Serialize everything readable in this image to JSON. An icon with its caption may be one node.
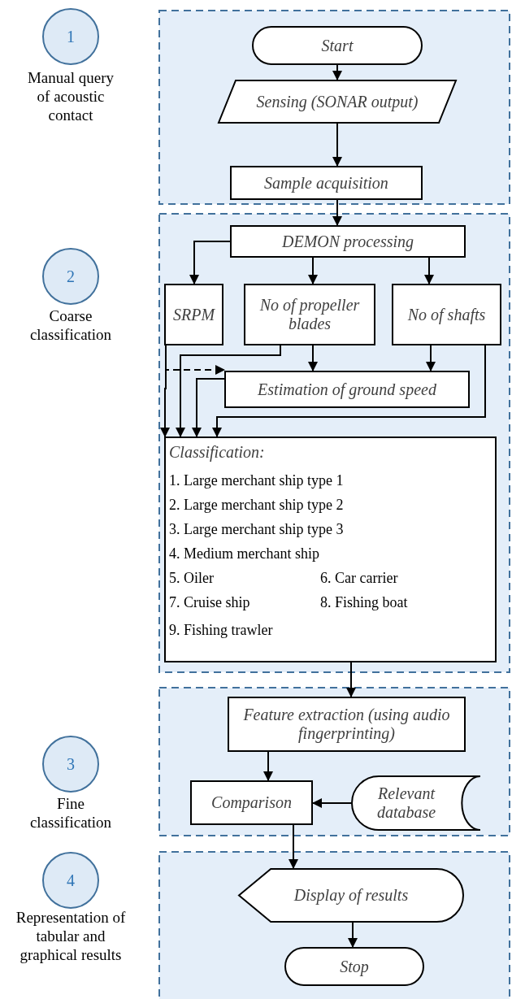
{
  "diagram": {
    "nodes": [
      {
        "text": [
          "1"
        ],
        "beside": [
          "Manual query of acoustic contact"
        ]
      },
      {
        "text": [],
        "shape": "box"
      },
      {
        "text": [
          "Start"
        ],
        "in": 1
      },
      {
        "text": [
          "Sensing (SONAR output)"
        ],
        "in": 1
      },
      {
        "text": [
          "Sample acquisition"
        ],
        "in": 1
      },
      {
        "text": [
          "2"
        ],
        "beside": [
          "Coarse classification"
        ]
      },
      {
        "text": [],
        "shape": "box"
      },
      {
        "text": [
          "DEMON processing"
        ],
        "in": 6
      },
      {
        "text": [
          "SRPM"
        ],
        "in": 6
      },
      {
        "text": [
          "No of propeller blades"
        ],
        "in": 6
      },
      {
        "text": [
          "No of shafts"
        ],
        "in": 6
      },
      {
        "text": [
          "Estimation of ground speed"
        ],
        "in": 6
      },
      {
        "text": [
          "Classification:",
          "1. Large merchant ship type 1",
          "2. Large merchant ship type 2",
          "3. Large merchant ship type 3",
          "4. Medium merchant ship",
          "5. Oiler",
          "6. Car carrier",
          "7. Cruise ship",
          "8. Fishing boat",
          "9. Fishing trawler"
        ],
        "in": 6
      },
      {
        "text": [
          "3"
        ],
        "beside": [
          "Fine classification"
        ]
      },
      {
        "text": [],
        "shape": "box"
      },
      {
        "text": [
          "Feature extraction (using audio fingerprinting)"
        ],
        "in": 14
      },
      {
        "text": [
          "Comparison"
        ],
        "in": 14
      },
      {
        "text": [
          "Relevant database"
        ],
        "in": 14
      },
      {
        "text": [
          "4"
        ],
        "beside": [
          "Representation of tabular and graphical results"
        ]
      },
      {
        "text": [],
        "shape": "box"
      },
      {
        "text": [
          "Display of results"
        ],
        "in": 19
      },
      {
        "text": [
          "Stop"
        ],
        "in": 19
      }
    ],
    "edges": [
      {
        "from": 2,
        "to": 3,
        "arrow": "to"
      },
      {
        "from": 3,
        "to": 4,
        "arrow": "to"
      },
      {
        "from": 4,
        "to": 7,
        "arrow": "to"
      },
      {
        "from": 7,
        "to": 8,
        "arrow": "to"
      },
      {
        "from": 7,
        "to": 9,
        "arrow": "to"
      },
      {
        "from": 7,
        "to": 10,
        "arrow": "to"
      },
      {
        "from": 9,
        "to": 11,
        "arrow": "to"
      },
      {
        "from": 10,
        "to": 11,
        "arrow": "to"
      },
      {
        "from": 8,
        "to": 11,
        "arrow": "to",
        "style": "dashed"
      },
      {
        "from": 8,
        "to": 12,
        "arrow": "to"
      },
      {
        "from": 9,
        "to": 12,
        "arrow": "to"
      },
      {
        "from": 11,
        "to": 12,
        "arrow": "to"
      },
      {
        "from": 10,
        "to": 12,
        "arrow": "to"
      },
      {
        "from": 12,
        "to": 15,
        "arrow": "to"
      },
      {
        "from": 15,
        "to": 16,
        "arrow": "to"
      },
      {
        "from": 17,
        "to": 16,
        "arrow": "to"
      },
      {
        "from": 16,
        "to": 20,
        "arrow": "to"
      },
      {
        "from": 20,
        "to": 21,
        "arrow": "to"
      }
    ]
  }
}
